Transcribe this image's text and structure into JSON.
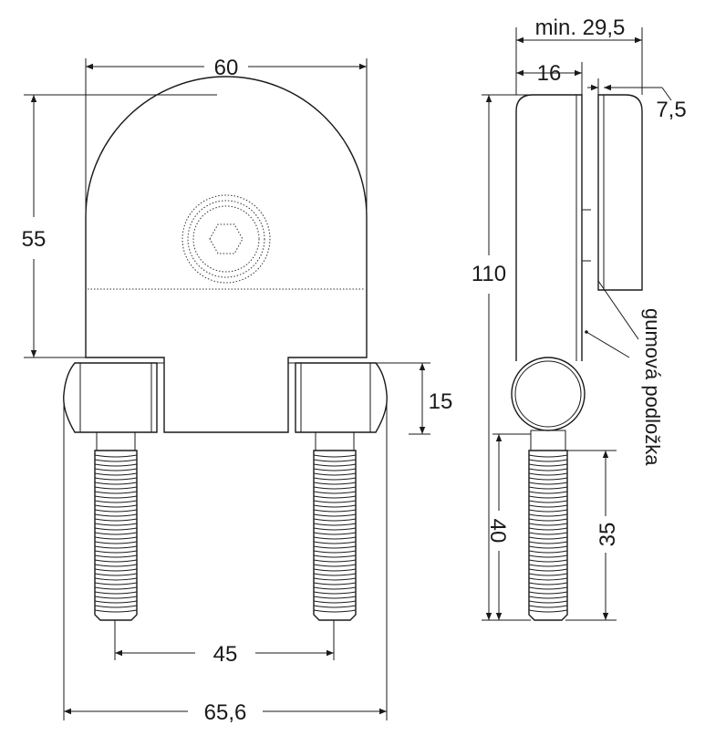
{
  "dimensions": {
    "width_top": "60",
    "height_body": "55",
    "clamp_height": "15",
    "bolt_spacing": "45",
    "overall_width": "65,6",
    "depth": "16",
    "min_depth": "min. 29,5",
    "pad_thickness": "7,5",
    "total_height": "110",
    "bolt_total": "40",
    "bolt_thread": "35"
  },
  "annotations": {
    "rubber_pad": "gumová podložka"
  }
}
